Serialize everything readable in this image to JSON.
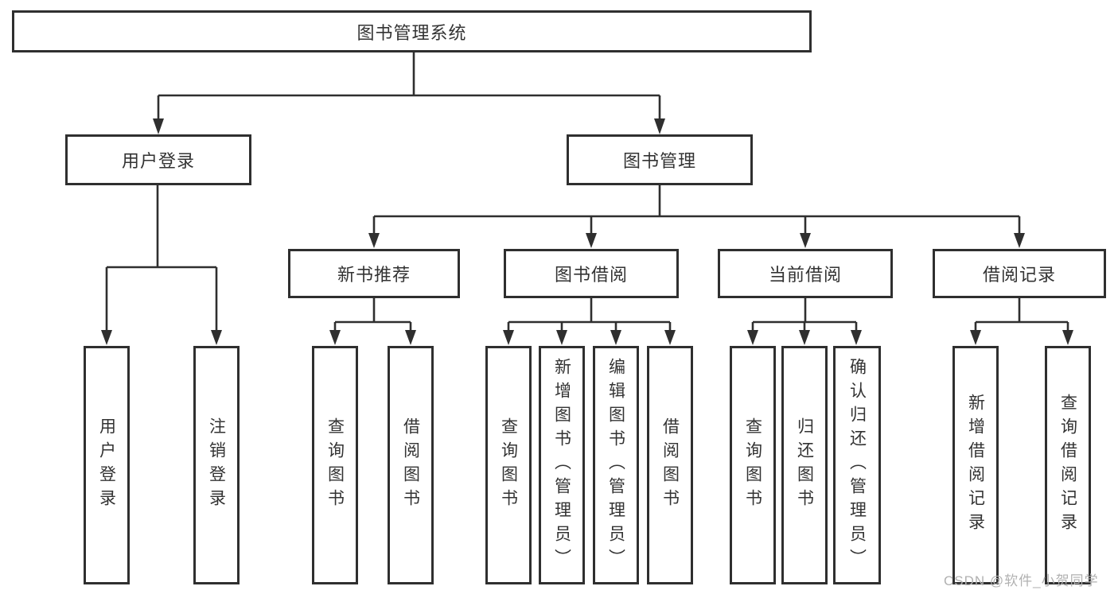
{
  "tree": {
    "root": "图书管理系统",
    "branches": [
      {
        "label": "用户登录",
        "children": [
          {
            "label": "用户登录"
          },
          {
            "label": "注销登录"
          }
        ]
      },
      {
        "label": "图书管理",
        "children": [
          {
            "label": "新书推荐",
            "children": [
              {
                "label": "查询图书"
              },
              {
                "label": "借阅图书"
              }
            ]
          },
          {
            "label": "图书借阅",
            "children": [
              {
                "label": "查询图书"
              },
              {
                "label": "新增图书（管理员）"
              },
              {
                "label": "编辑图书（管理员）"
              },
              {
                "label": "借阅图书"
              }
            ]
          },
          {
            "label": "当前借阅",
            "children": [
              {
                "label": "查询图书"
              },
              {
                "label": "归还图书"
              },
              {
                "label": "确认归还（管理员）"
              }
            ]
          },
          {
            "label": "借阅记录",
            "children": [
              {
                "label": "新增借阅记录"
              },
              {
                "label": "查询借阅记录"
              }
            ]
          }
        ]
      }
    ]
  },
  "watermark": {
    "text": "CSDN @软件_小贺同学"
  },
  "colors": {
    "line": "#2f2f2f",
    "box_border": "#2f2f2f",
    "text": "#333333",
    "background": "#ffffff",
    "watermark": "#b1b1b1"
  }
}
